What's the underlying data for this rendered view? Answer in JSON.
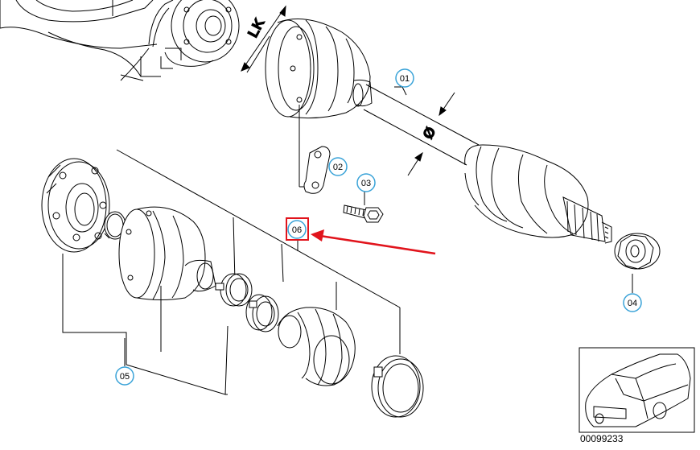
{
  "diagram": {
    "parts": [
      {
        "id": "01"
      },
      {
        "id": "02"
      },
      {
        "id": "03"
      },
      {
        "id": "04"
      },
      {
        "id": "05"
      },
      {
        "id": "06",
        "highlighted": true
      }
    ],
    "dimension_labels": {
      "lk": "LK",
      "diameter": "Ø"
    },
    "drawing_number": "00099233",
    "colors": {
      "callout": "#3aa3d8",
      "highlight": "#e1141c",
      "line": "#000000",
      "background": "#ffffff"
    },
    "icons": [
      "car-thumbnail-icon",
      "pointer-arrow-icon"
    ]
  }
}
